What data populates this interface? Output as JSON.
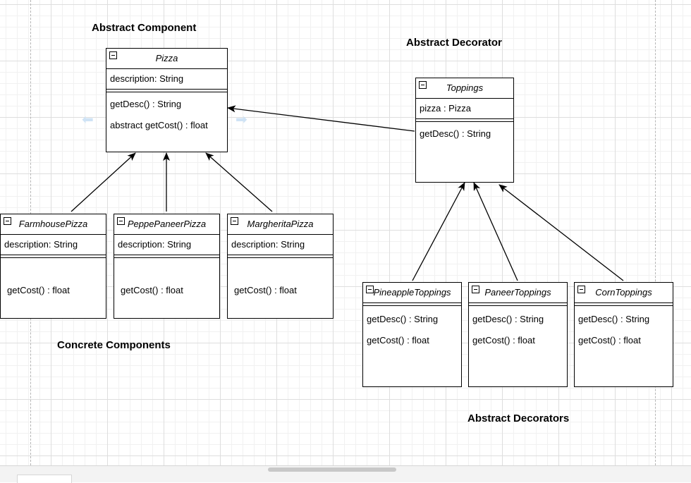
{
  "labels": {
    "abstract_component": "Abstract Component",
    "abstract_decorator": "Abstract Decorator",
    "concrete_components": "Concrete Components",
    "abstract_decorators": "Abstract Decorators"
  },
  "classes": {
    "pizza": {
      "name": "Pizza",
      "attributes": [
        "description: String"
      ],
      "methods": [
        "getDesc() : String",
        "abstract getCost() : float"
      ]
    },
    "toppings": {
      "name": "Toppings",
      "attributes": [
        "pizza : Pizza"
      ],
      "methods": [
        "getDesc() : String"
      ]
    },
    "farmhouse": {
      "name": "FarmhousePizza",
      "attributes": [
        "description: String"
      ],
      "methods": [
        "getCost() : float"
      ]
    },
    "peppe_paneer": {
      "name": "PeppePaneerPizza",
      "attributes": [
        "description: String"
      ],
      "methods": [
        "getCost() : float"
      ]
    },
    "margherita": {
      "name": "MargheritaPizza",
      "attributes": [
        "description: String"
      ],
      "methods": [
        "getCost() : float"
      ]
    },
    "pineapple": {
      "name": "PineappleToppings",
      "attributes": [],
      "methods": [
        "getDesc() : String",
        "getCost() : float"
      ]
    },
    "paneer": {
      "name": "PaneerToppings",
      "attributes": [],
      "methods": [
        "getDesc() : String",
        "getCost() : float"
      ]
    },
    "corn": {
      "name": "CornToppings",
      "attributes": [],
      "methods": [
        "getDesc() : String",
        "getCost() : float"
      ]
    }
  },
  "relationships": [
    {
      "from": "farmhouse",
      "to": "pizza"
    },
    {
      "from": "peppe_paneer",
      "to": "pizza"
    },
    {
      "from": "margherita",
      "to": "pizza"
    },
    {
      "from": "toppings",
      "to": "pizza"
    },
    {
      "from": "pineapple",
      "to": "toppings"
    },
    {
      "from": "paneer",
      "to": "toppings"
    },
    {
      "from": "corn",
      "to": "toppings"
    }
  ]
}
